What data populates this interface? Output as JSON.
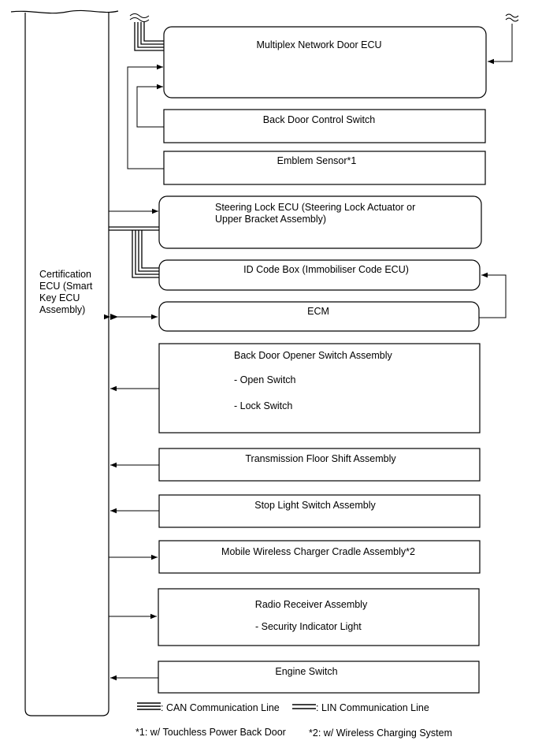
{
  "certification_ecu": {
    "label": "Certification ECU (Smart Key ECU Assembly)"
  },
  "boxes": [
    {
      "id": "mpx",
      "label": "Multiplex Network Door ECU"
    },
    {
      "id": "bdcs",
      "label": "Back Door Control Switch"
    },
    {
      "id": "emblem",
      "label": "Emblem Sensor*1"
    },
    {
      "id": "steer",
      "label": "Steering Lock ECU (Steering Lock Actuator or Upper Bracket Assembly)"
    },
    {
      "id": "idcode",
      "label": "ID Code Box (Immobiliser Code ECU)"
    },
    {
      "id": "ecm",
      "label": "ECM"
    },
    {
      "id": "bdopener",
      "label": "Back Door Opener Switch Assembly",
      "sub": [
        "- Open Switch",
        "- Lock Switch"
      ]
    },
    {
      "id": "tfs",
      "label": "Transmission Floor Shift Assembly"
    },
    {
      "id": "sls",
      "label": "Stop Light Switch Assembly"
    },
    {
      "id": "mwc",
      "label": "Mobile Wireless Charger Cradle Assembly*2"
    },
    {
      "id": "radio",
      "label": "Radio Receiver Assembly",
      "sub": [
        "- Security Indicator Light"
      ]
    },
    {
      "id": "engine",
      "label": "Engine Switch"
    }
  ],
  "legend": {
    "can": ": CAN Communication Line",
    "lin": ": LIN Communication Line"
  },
  "notes": [
    "*1: w/ Touchless Power Back Door",
    "*2: w/ Wireless Charging System"
  ]
}
